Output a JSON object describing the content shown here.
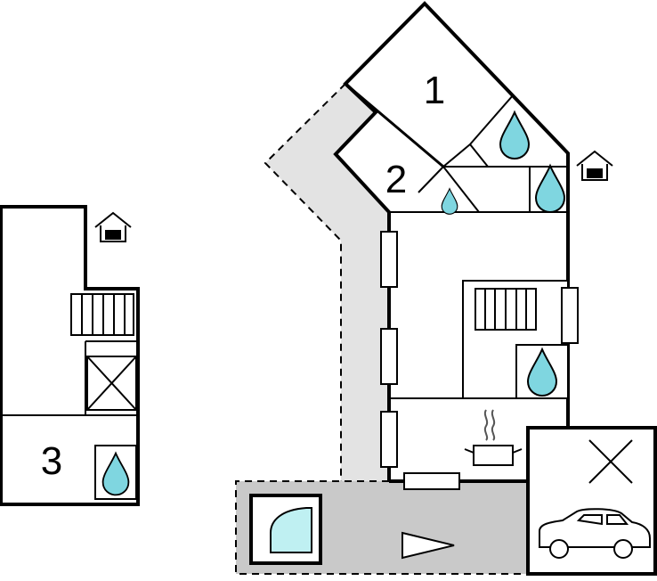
{
  "rooms": [
    {
      "label": "1"
    },
    {
      "label": "2"
    },
    {
      "label": "3"
    }
  ],
  "icons": {
    "bathroom": "water-drop-icon",
    "stairs": "stairs-icon",
    "kitchen": "cooking-pot-icon",
    "garage": "car-icon",
    "storage": "cross-icon",
    "level_marker": "house-level-icon",
    "pool": "pool-icon",
    "entrance": "entrance-arrow-icon"
  },
  "colors": {
    "wall": "#000000",
    "water": "#7fd6e0",
    "terrace": "#c9c9c9",
    "walkway": "#e3e3e3",
    "background": "#ffffff"
  }
}
